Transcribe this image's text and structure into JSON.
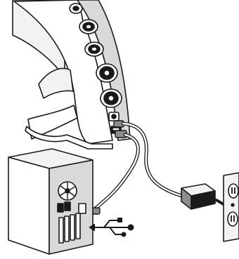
{
  "figure": {
    "subject": "usb-audio-interface-connection",
    "ink_color": "#1a1a1a",
    "paper_color": "#ffffff",
    "shade_light": "#f2f2f2",
    "shade_mid": "#d9d9d9",
    "shade_dark": "#8c8c8c"
  },
  "components": [
    {
      "name": "audio-interface-unit",
      "icon": "audio-interface-icon"
    },
    {
      "name": "desktop-computer-tower",
      "icon": "computer-tower-icon"
    },
    {
      "name": "power-adapter",
      "icon": "power-brick-icon"
    },
    {
      "name": "wall-outlet",
      "icon": "outlet-icon"
    },
    {
      "name": "usb-cable",
      "icon": "cable-icon"
    },
    {
      "name": "power-cable",
      "icon": "cable-icon"
    },
    {
      "name": "usb-symbol",
      "icon": "usb-trident-icon"
    }
  ]
}
